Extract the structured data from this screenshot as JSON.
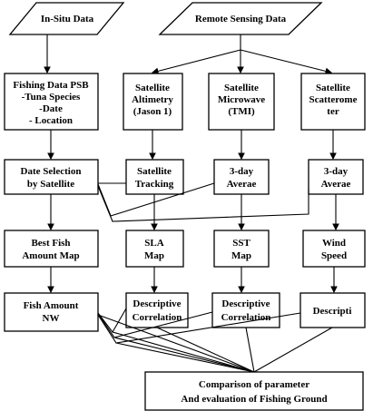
{
  "diagram": {
    "inputs": {
      "in_situ": "In-Situ Data",
      "remote_sensing": "Remote Sensing Data"
    },
    "sources": {
      "fishing_data": [
        "Fishing Data PSB",
        "-Tuna Species",
        "-Date",
        "- Location"
      ],
      "altimetry": [
        "Satellite",
        "Altimetry",
        "(Jason 1)"
      ],
      "microwave": [
        "Satellite",
        "Microwave",
        "(TMI)"
      ],
      "scatterometer": [
        "Satellite",
        "Scatterome",
        "ter"
      ]
    },
    "processing": {
      "date_selection": [
        "Date Selection",
        "by Satellite"
      ],
      "satellite_tracking": [
        "Satellite",
        "Tracking"
      ],
      "average_tmi": [
        "3-day",
        "Averae"
      ],
      "average_scat": [
        "3-day",
        "Averae"
      ]
    },
    "maps": {
      "best_fish": [
        "Best Fish",
        "Amount Map"
      ],
      "sla": [
        "SLA",
        "Map"
      ],
      "sst": [
        "SST",
        "Map"
      ],
      "wind": [
        "Wind",
        "Speed"
      ]
    },
    "analysis": {
      "fish_amount": [
        "Fish Amount",
        "NW"
      ],
      "descriptive_sla": [
        "Descriptive",
        "Correlation"
      ],
      "descriptive_sst": [
        "Descriptive",
        "Correlation"
      ],
      "descriptive_wind": [
        "Descripti"
      ]
    },
    "result": [
      "Comparison of parameter",
      "And evaluation of Fishing Ground"
    ]
  }
}
